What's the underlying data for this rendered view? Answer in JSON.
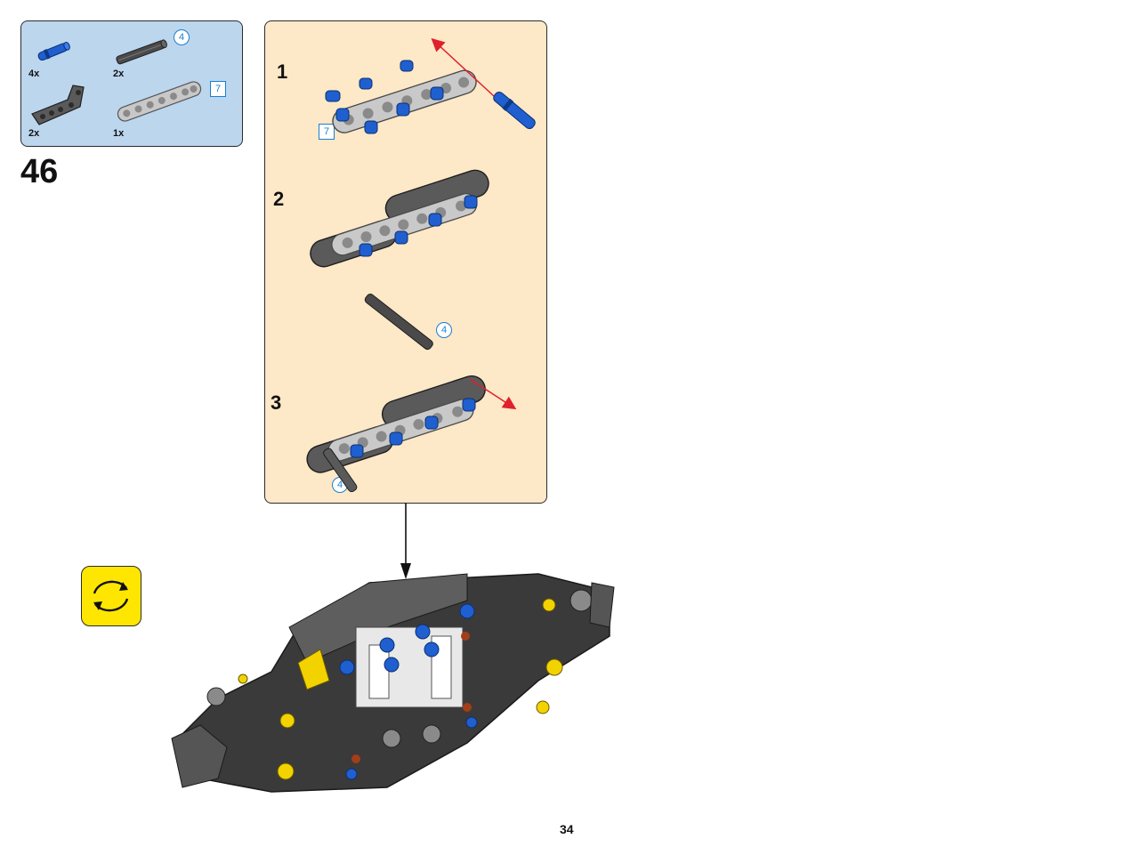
{
  "parts": {
    "items": [
      {
        "qty": "4x",
        "name": "blue-pin-icon"
      },
      {
        "qty": "2x",
        "name": "axle-icon",
        "length_badge": "4"
      },
      {
        "qty": "2x",
        "name": "angled-beam-icon"
      },
      {
        "qty": "1x",
        "name": "straight-beam-icon",
        "length_badge": "7"
      }
    ]
  },
  "step": {
    "number": "46"
  },
  "substeps": [
    {
      "number": "1",
      "badge": "7"
    },
    {
      "number": "2"
    },
    {
      "number": "3",
      "badges": [
        "4",
        "4"
      ]
    }
  ],
  "page": {
    "number": "34"
  },
  "colors": {
    "parts_bg": "#bcd6ee",
    "substep_bg": "#fde8c8",
    "rotate_bg": "#ffe600",
    "pin_blue": "#1f5fd0",
    "beam_gray": "#5a5a5a",
    "beam_light": "#c8c8c8",
    "arrow_red": "#e0202a"
  }
}
